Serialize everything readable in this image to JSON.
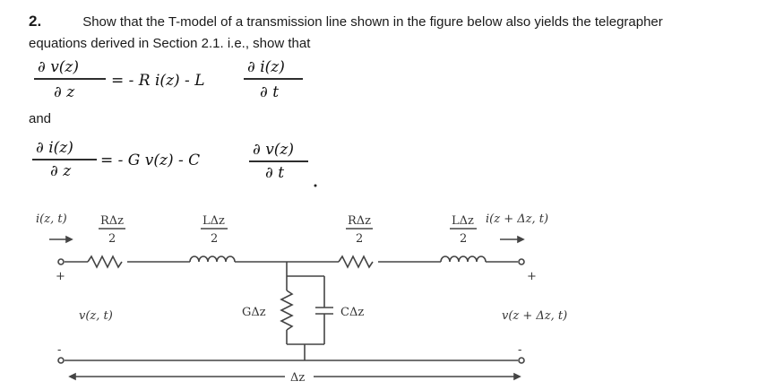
{
  "problem": {
    "number": "2.",
    "text_line1": "Show that the T-model of a transmission line shown in the figure below also yields the telegrapher",
    "text_line2": "equations derived in Section 2.1. i.e., show that"
  },
  "equation1": {
    "lhs_num": "∂ v(z)",
    "lhs_den": "∂ z",
    "middle": "= - R i(z) - L",
    "rhs_num": "∂ i(z)",
    "rhs_den": "∂ t"
  },
  "and_label": "and",
  "equation2": {
    "lhs_num": "∂ i(z)",
    "lhs_den": "∂ z",
    "middle": "= - G v(z) - C",
    "rhs_num": "∂ v(z)",
    "rhs_den": "∂ t"
  },
  "circuit": {
    "i_left": "i(z, t)",
    "i_right": "i(z + Δz, t)",
    "r1_num": "RΔz",
    "r1_den": "2",
    "l1_num": "LΔz",
    "l1_den": "2",
    "r2_num": "RΔz",
    "r2_den": "2",
    "l2_num": "LΔz",
    "l2_den": "2",
    "v_left": "v(z, t)",
    "v_right": "v(z + Δz, t)",
    "g_label": "GΔz",
    "c_label": "CΔz",
    "dz_label": "Δz",
    "plus": "+",
    "minus": "-"
  }
}
